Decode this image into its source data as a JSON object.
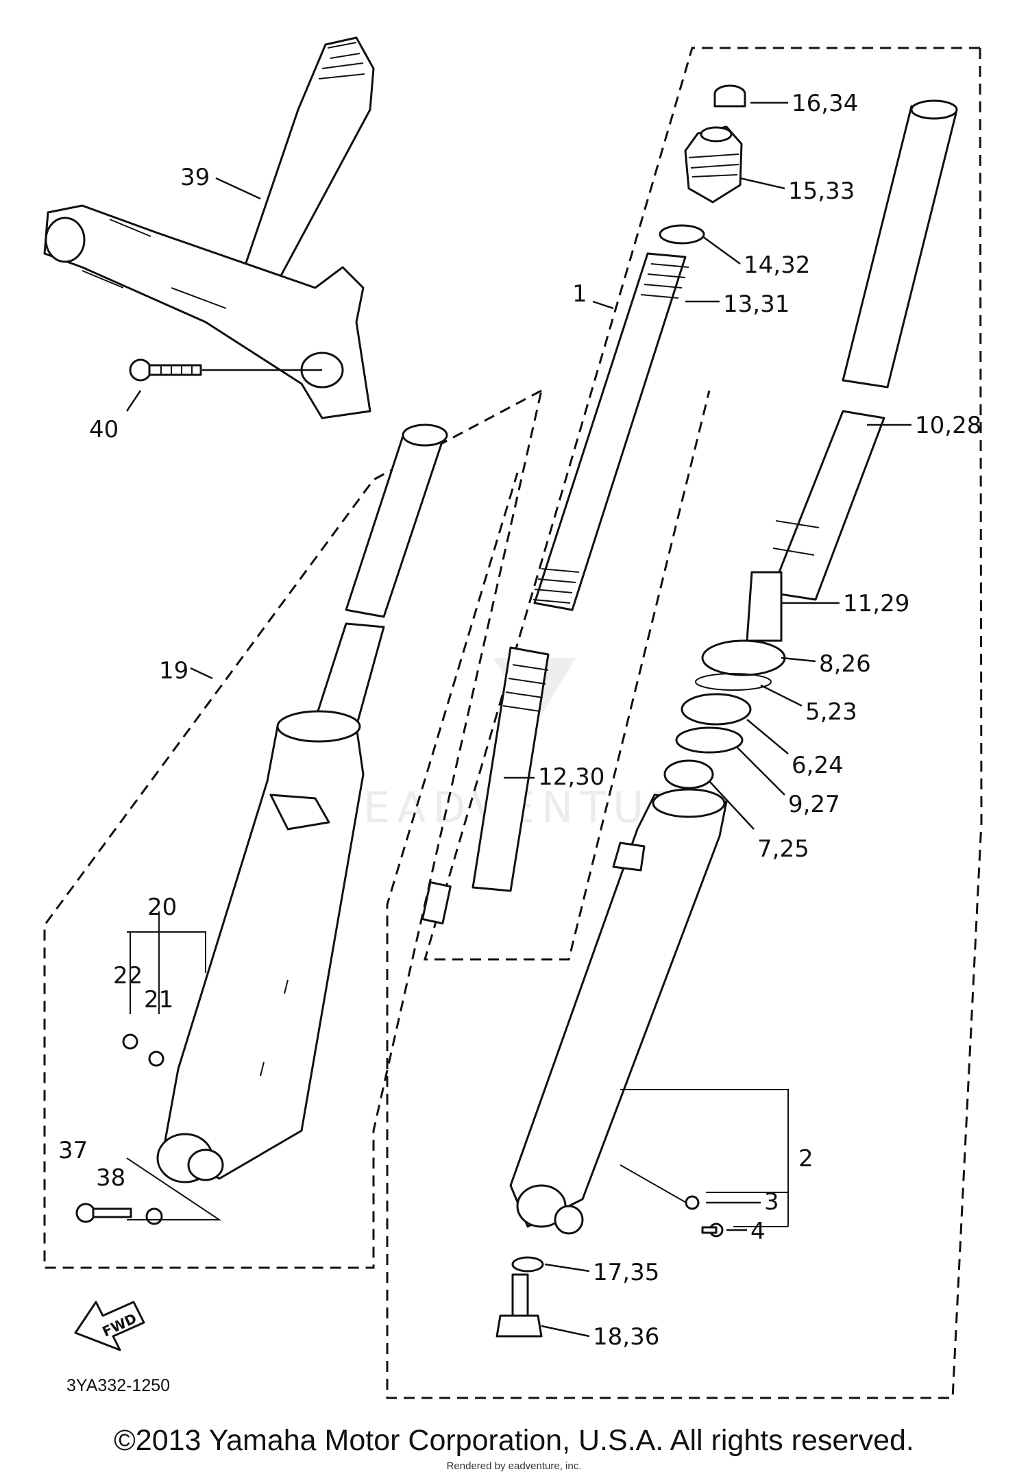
{
  "diagram": {
    "callouts": [
      "39",
      "40",
      "19",
      "20",
      "22",
      "21",
      "37",
      "38",
      "1",
      "16,34",
      "15,33",
      "14,32",
      "13,31",
      "10,28",
      "11,29",
      "8,26",
      "5,23",
      "6,24",
      "9,27",
      "7,25",
      "12,30",
      "2",
      "3",
      "4",
      "17,35",
      "18,36"
    ],
    "fwd_label": "FWD",
    "watermark": "EADVENTURE",
    "diagram_code": "3YA332-1250"
  },
  "footer": {
    "copyright": "©2013 Yamaha Motor Corporation, U.S.A. All rights reserved.",
    "rendered_by": "Rendered by eadventure, inc."
  }
}
